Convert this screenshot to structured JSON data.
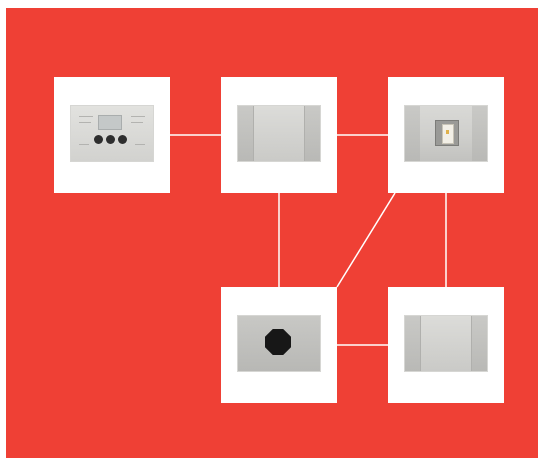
{
  "colors": {
    "background": "#ef4035",
    "tile": "#ffffff",
    "connector": "#ffffff"
  },
  "diagram": {
    "nodes": [
      {
        "id": "thermostat-plate",
        "icon": "thermostat-device-icon"
      },
      {
        "id": "blank-plate-top",
        "icon": "blank-cover-plate-icon"
      },
      {
        "id": "switch-plate",
        "icon": "light-switch-icon"
      },
      {
        "id": "socket-plate",
        "icon": "power-socket-icon"
      },
      {
        "id": "blank-plate-bottom",
        "icon": "blank-cover-plate-icon"
      }
    ],
    "connections": [
      {
        "from": "thermostat-plate",
        "to": "blank-plate-top"
      },
      {
        "from": "blank-plate-top",
        "to": "switch-plate"
      },
      {
        "from": "blank-plate-top",
        "to": "socket-plate"
      },
      {
        "from": "switch-plate",
        "to": "socket-plate"
      },
      {
        "from": "switch-plate",
        "to": "blank-plate-bottom"
      },
      {
        "from": "socket-plate",
        "to": "blank-plate-bottom"
      }
    ]
  }
}
